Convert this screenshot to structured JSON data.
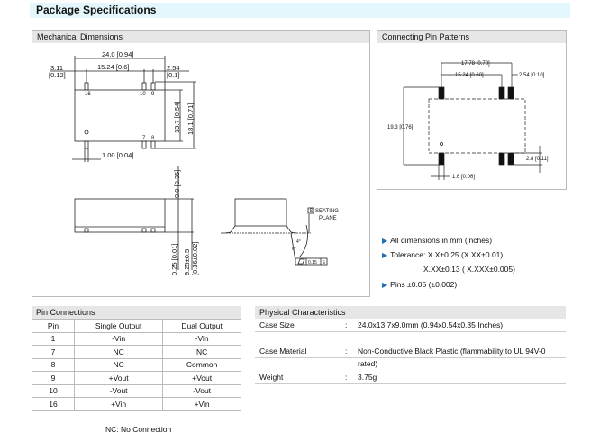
{
  "title": "Package Specifications",
  "mechanical": {
    "header": "Mechanical Dimensions",
    "dims": {
      "width": "24.0 [0.94]",
      "pitch": "15.24 [0.6]",
      "left_a": "3.11",
      "left_b": "[0.12]",
      "right_a": "2.54",
      "right_b": "[0.1]",
      "body": "13.7 [0.54]",
      "overall": "18.1 [0.71]",
      "pin_w": "1.00 [0.04]",
      "height": "9.0 [0.35]",
      "standoff": "0.25 [0.01]",
      "total_h_a": "9.25±0.5",
      "total_h_b": "[0.36±0.02]"
    },
    "pin_labels": {
      "p16": "16",
      "p10": "10",
      "p9": "9",
      "p7": "7",
      "p8": "8"
    },
    "seating": {
      "s": "S",
      "line1": "SEATING",
      "line2": "PLANE",
      "angle1": "4°",
      "angle2": "0°",
      "flat": "0.15",
      "ref": "S"
    }
  },
  "pin_patterns": {
    "header": "Connecting Pin Patterns",
    "dims": {
      "outer": "17.78 [0.70]",
      "pitch": "15.24 [0.60]",
      "small": "2.54 [0.10]",
      "height": "19.3 [0.76]",
      "pad_h": "2.8 [0.11]",
      "pad_w": "1.6 [0.06]"
    }
  },
  "notes": [
    "All dimensions in mm (inches)",
    "Tolerance: X.X±0.25 (X.XX±0.01)",
    "X.XX±0.13 ( X.XXX±0.005)",
    "Pins ±0.05 (±0.002)"
  ],
  "pin_connections": {
    "header": "Pin Connections",
    "columns": [
      "Pin",
      "Single Output",
      "Dual Output"
    ],
    "rows": [
      [
        "1",
        "-Vin",
        "-Vin"
      ],
      [
        "7",
        "NC",
        "NC"
      ],
      [
        "8",
        "NC",
        "Common"
      ],
      [
        "9",
        "+Vout",
        "+Vout"
      ],
      [
        "10",
        "-Vout",
        "-Vout"
      ],
      [
        "16",
        "+Vin",
        "+Vin"
      ]
    ],
    "footnote": "NC: No Connection"
  },
  "physical": {
    "header": "Physical Characteristics",
    "rows": [
      {
        "label": "Case Size",
        "sep": ":",
        "value": "24.0x13.7x9.0mm (0.94x0.54x0.35 Inches)"
      },
      {
        "label": "Case Material",
        "sep": ":",
        "value": "Non-Conductive Black Plastic (flammability to UL 94V-0 rated)"
      },
      {
        "label": "Weight",
        "sep": ":",
        "value": "3.75g"
      }
    ]
  }
}
